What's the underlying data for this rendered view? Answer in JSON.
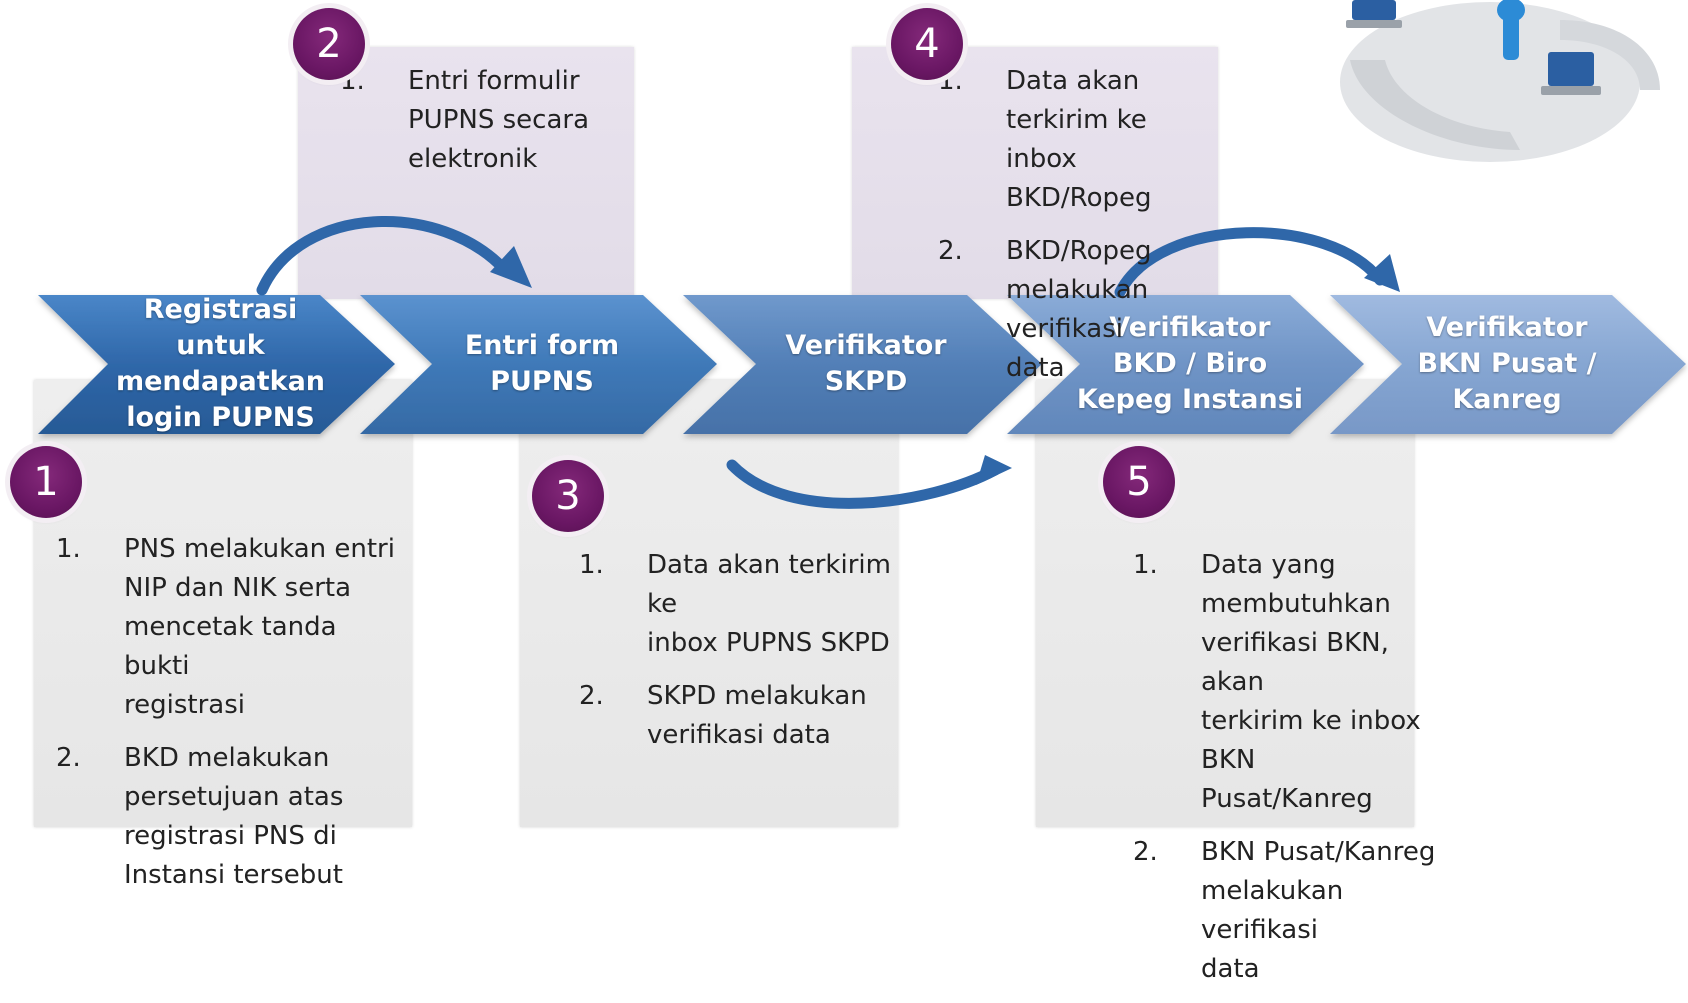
{
  "steps": [
    {
      "badge": "1",
      "title": [
        "Registrasi",
        "untuk",
        "mendapatkan",
        "login PUPNS"
      ],
      "items": [
        {
          "num": "1.",
          "lines": [
            "PNS melakukan entri",
            "NIP dan NIK serta",
            "mencetak tanda bukti",
            "registrasi"
          ]
        },
        {
          "num": "2.",
          "lines": [
            "BKD melakukan",
            "persetujuan atas",
            "registrasi PNS di",
            "Instansi tersebut"
          ]
        }
      ]
    },
    {
      "badge": "2",
      "title": [
        "Entri form",
        "PUPNS"
      ],
      "items": [
        {
          "num": "1.",
          "lines": [
            "Entri formulir",
            "PUPNS secara",
            "elektronik"
          ]
        }
      ]
    },
    {
      "badge": "3",
      "title": [
        "Verifikator",
        "SKPD"
      ],
      "items": [
        {
          "num": "1.",
          "lines": [
            "Data akan terkirim ke",
            "inbox PUPNS SKPD"
          ]
        },
        {
          "num": "2.",
          "lines": [
            "SKPD melakukan",
            "verifikasi data"
          ]
        }
      ]
    },
    {
      "badge": "4",
      "title": [
        "Verifikator",
        "BKD / Biro",
        "Kepeg Instansi"
      ],
      "items": [
        {
          "num": "1.",
          "lines": [
            "Data akan terkirim ke",
            "inbox BKD/Ropeg"
          ]
        },
        {
          "num": "2.",
          "lines": [
            "BKD/Ropeg",
            "melakukan verifikasi",
            "data"
          ]
        }
      ]
    },
    {
      "badge": "5",
      "title": [
        "Verifikator",
        "BKN Pusat /",
        "Kanreg"
      ],
      "items": [
        {
          "num": "1.",
          "lines": [
            "Data yang",
            "membutuhkan",
            "verifikasi BKN, akan",
            "terkirim ke inbox BKN",
            "Pusat/Kanreg"
          ]
        },
        {
          "num": "2.",
          "lines": [
            "BKN Pusat/Kanreg",
            "melakukan verifikasi",
            "data"
          ]
        }
      ]
    }
  ],
  "colors": {
    "chevron_fills": [
      "#2f67a9",
      "#3f79b8",
      "#527fb7",
      "#6f94c6",
      "#86a6d2"
    ],
    "badge": "#6a1764",
    "arrow": "#2f67a9"
  },
  "icons": [
    "network-computers-icon"
  ]
}
